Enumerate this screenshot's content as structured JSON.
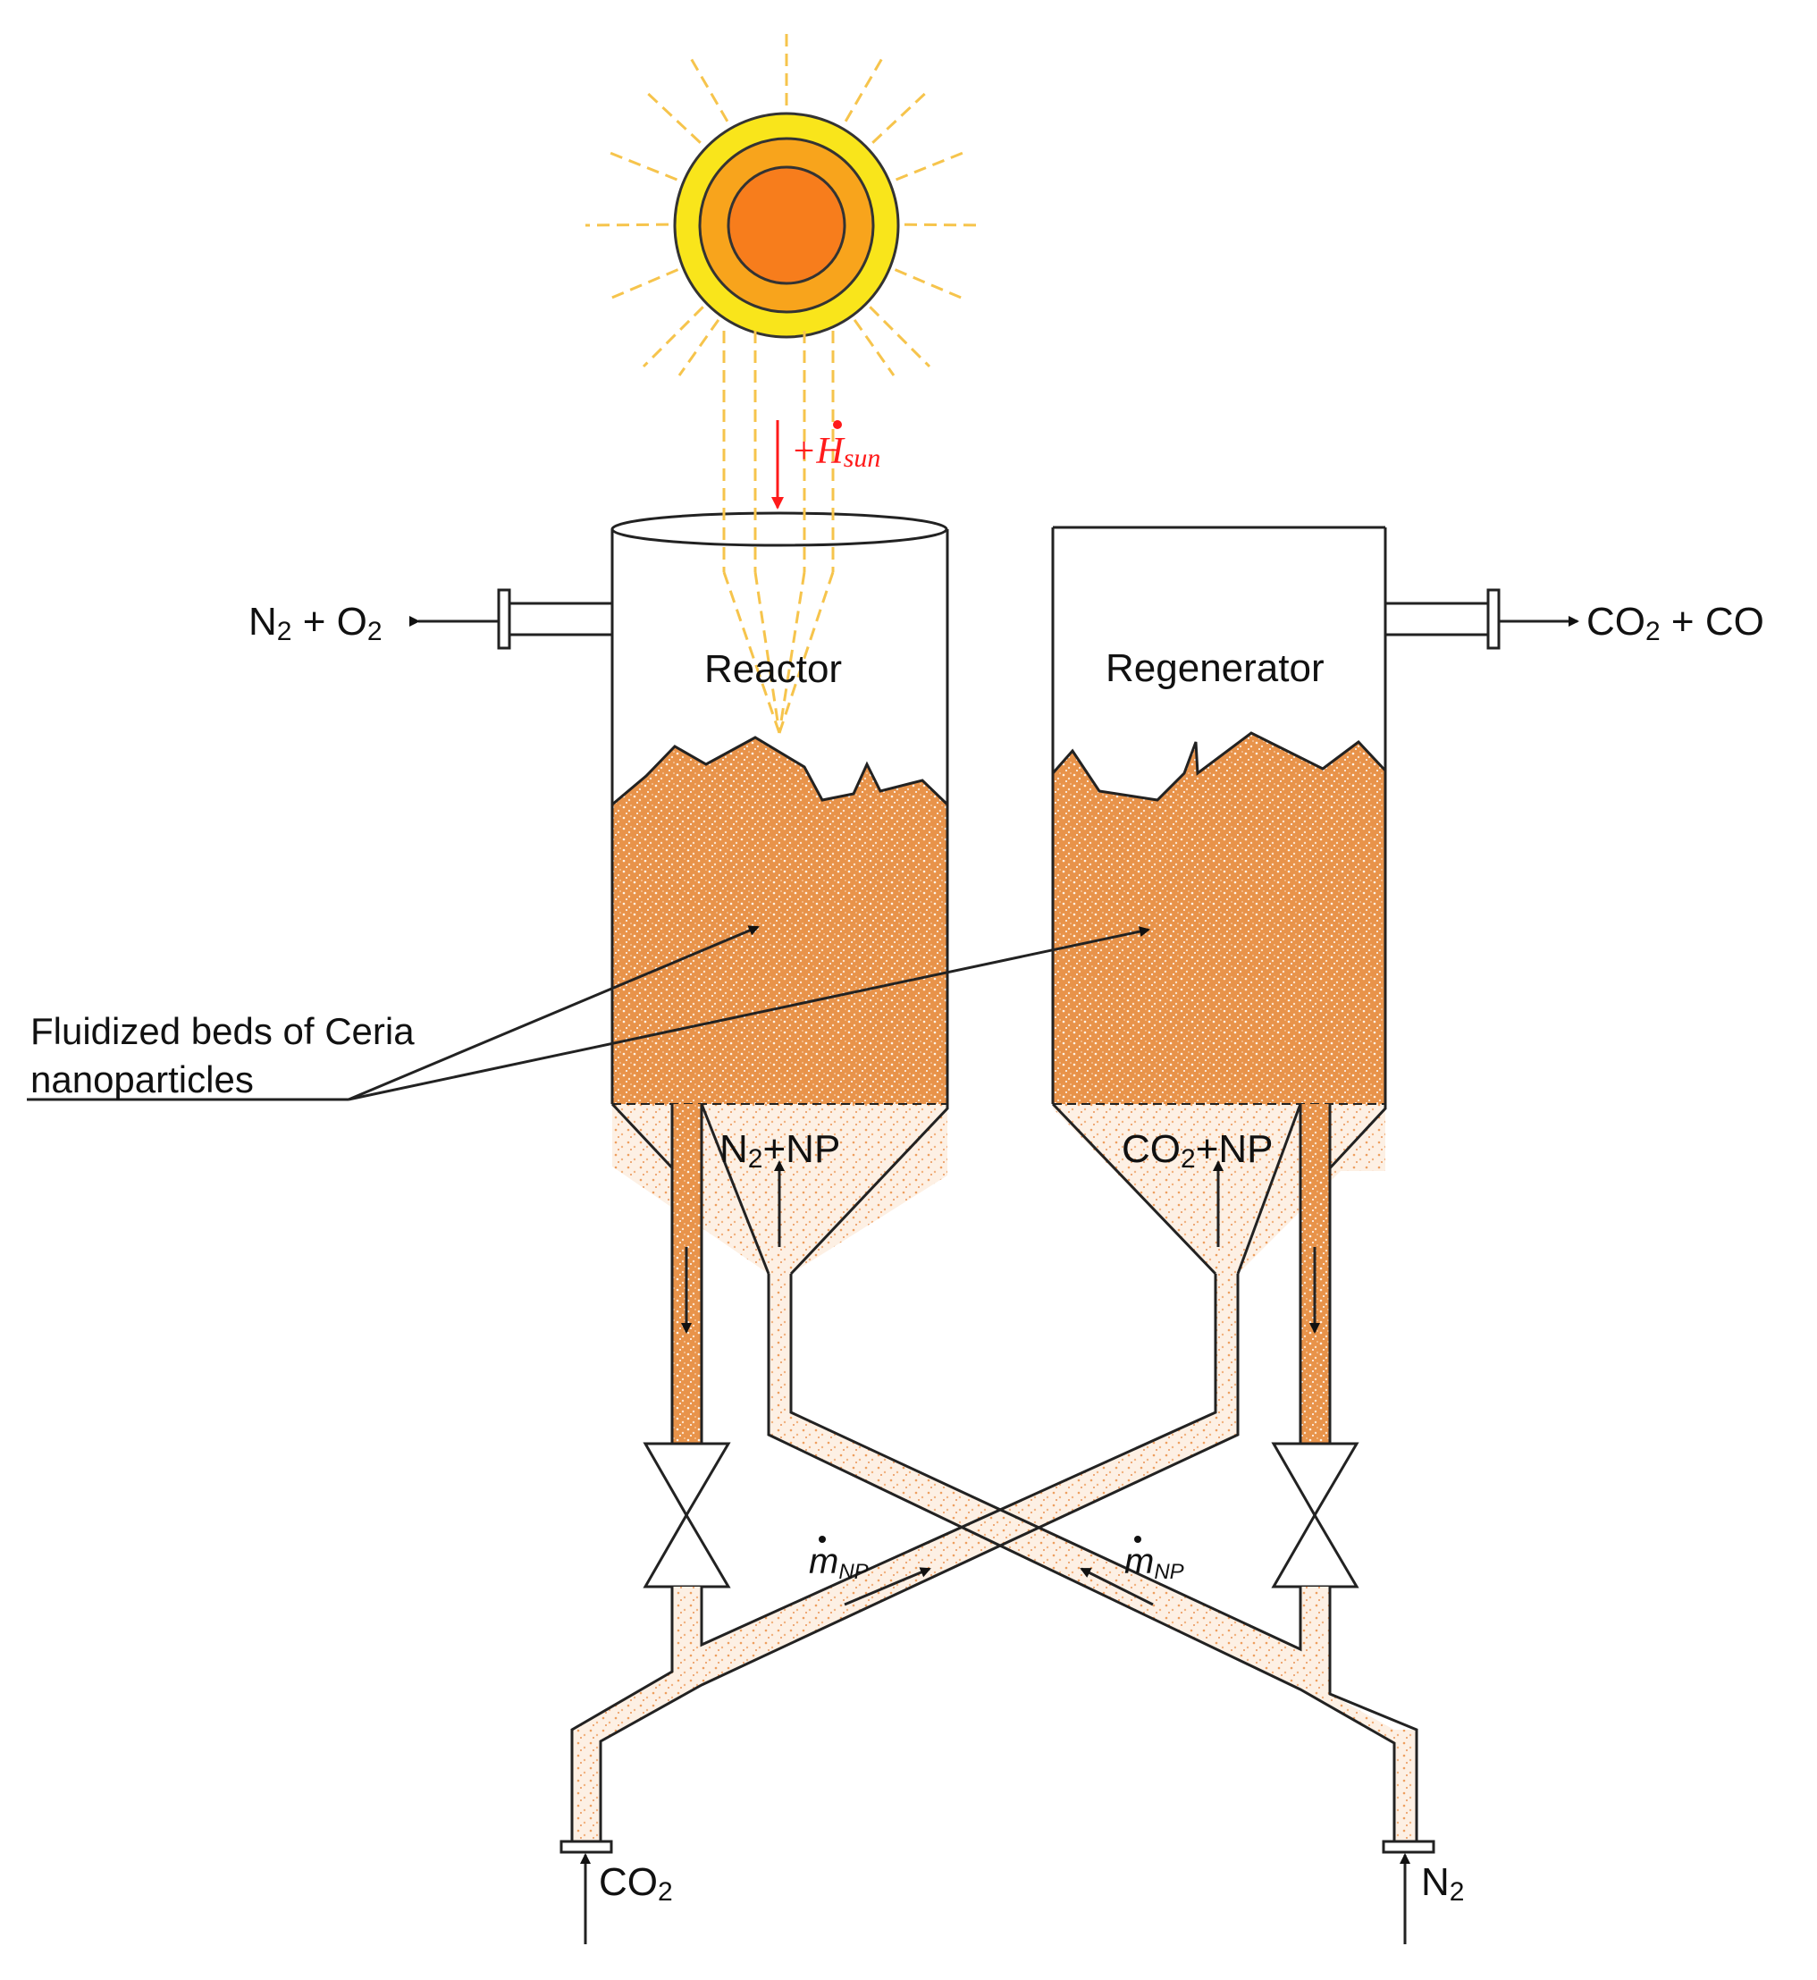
{
  "labels": {
    "reactor": "Reactor",
    "regenerator": "Regenerator",
    "outlet_left": {
      "a": "N",
      "a_sub": "2",
      "b": " + O",
      "b_sub": "2"
    },
    "outlet_right": {
      "a": "CO",
      "a_sub": "2",
      "b": " + CO"
    },
    "fluidized_line1": "Fluidized beds of Ceria",
    "fluidized_line2": "nanoparticles",
    "reactor_cone": {
      "a": "N",
      "a_sub": "2",
      "b": "+NP"
    },
    "regenerator_cone": {
      "a": "CO",
      "a_sub": "2",
      "b": "+NP"
    },
    "inlet_left": {
      "a": "CO",
      "a_sub": "2"
    },
    "inlet_right": {
      "a": "N",
      "a_sub": "2"
    },
    "heat": {
      "prefix": "+",
      "symbol": "H",
      "sub": "sun"
    },
    "massflow": {
      "symbol": "m",
      "sub": "NP"
    }
  },
  "colors": {
    "bed": "#e8934a",
    "dilute": "#fbe3cf",
    "sun_outer": "#f9e51b",
    "sun_mid": "#f8a41c",
    "sun_core": "#f77d1c",
    "ray": "#f6c44c",
    "heat": "#ff1a1a"
  }
}
